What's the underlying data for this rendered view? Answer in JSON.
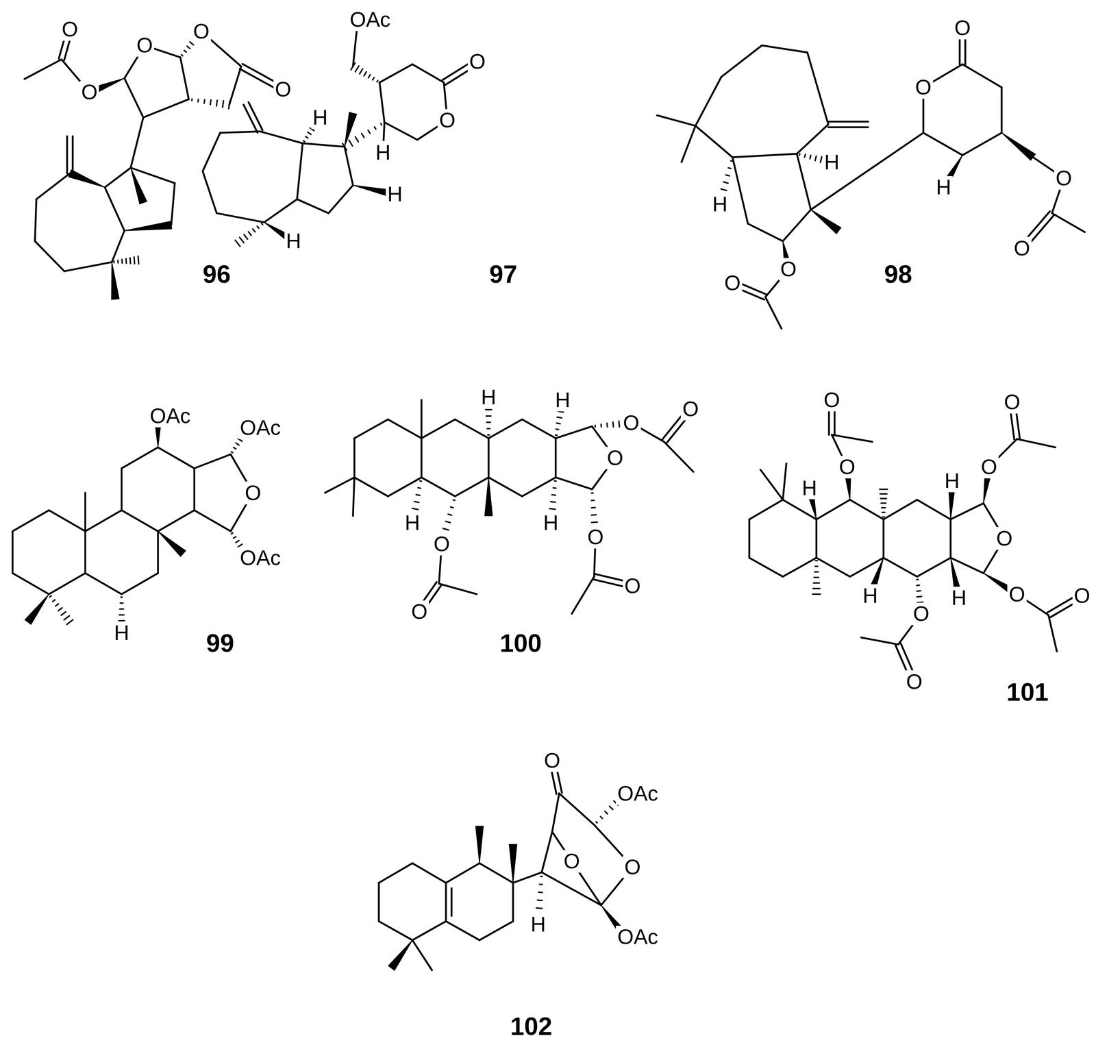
{
  "diagram": {
    "labels": [
      "O",
      "O",
      "O",
      "O",
      "O",
      "96",
      "OAc",
      "O",
      "O",
      "H",
      "H",
      "H",
      "H",
      "97",
      "O",
      "O",
      "H",
      "H",
      "H",
      "O",
      "O",
      "O",
      "O",
      "98",
      "OAc",
      "OAc",
      "O",
      "OAc",
      "H",
      "99",
      "H",
      "H",
      "O",
      "O",
      "O",
      "H",
      "H",
      "O",
      "O",
      "O",
      "O",
      "100",
      "O",
      "O",
      "O",
      "O",
      "H",
      "H",
      "O",
      "O",
      "O",
      "H",
      "H",
      "O",
      "O",
      "101",
      "O",
      "OAc",
      "O",
      "O",
      "H",
      "OAc",
      "102"
    ]
  }
}
